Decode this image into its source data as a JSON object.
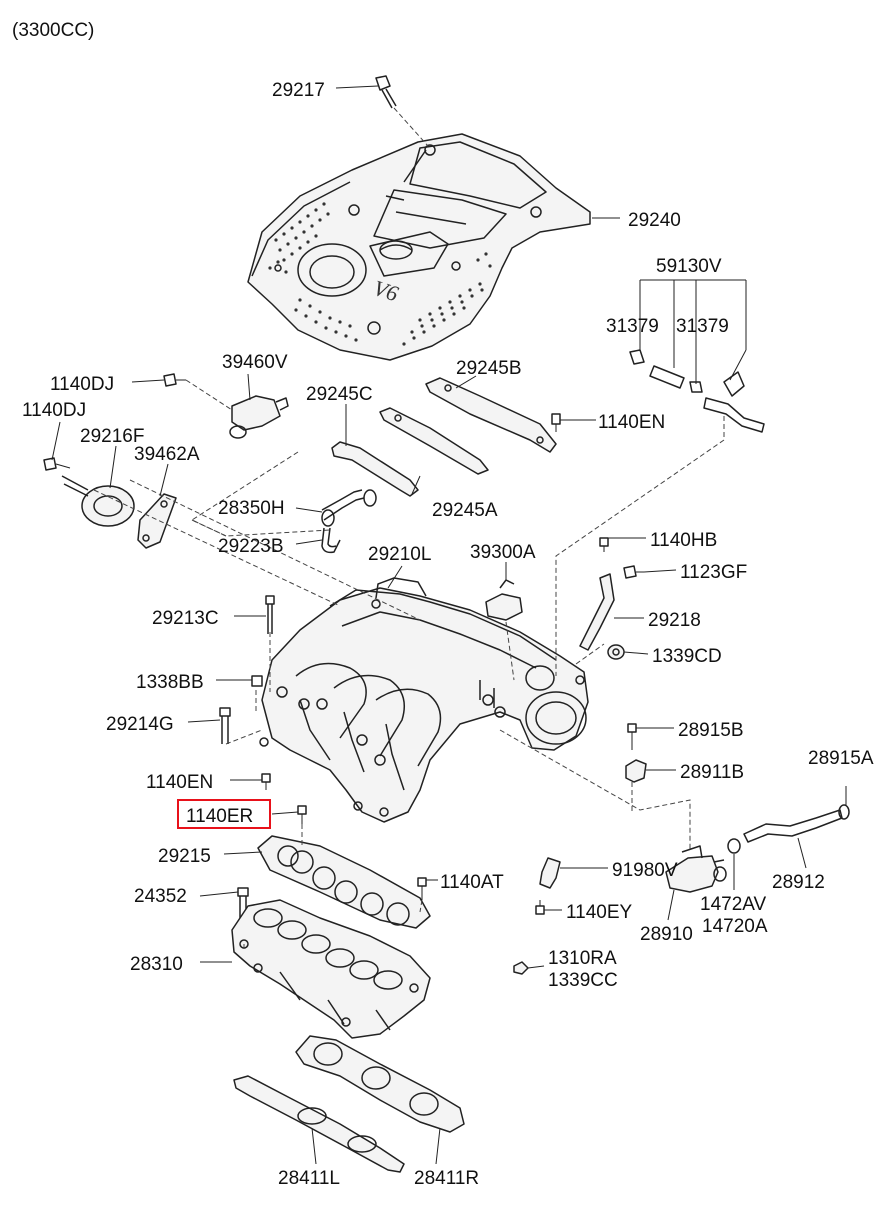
{
  "header": {
    "engine_label": "(3300CC)"
  },
  "highlight": {
    "part": "1140ER",
    "color": "#e8111a"
  },
  "parts": [
    {
      "id": "29217"
    },
    {
      "id": "29240"
    },
    {
      "id": "59130V"
    },
    {
      "id": "31379"
    },
    {
      "id": "31379"
    },
    {
      "id": "39460V"
    },
    {
      "id": "1140DJ"
    },
    {
      "id": "1140DJ"
    },
    {
      "id": "29245B"
    },
    {
      "id": "29245C"
    },
    {
      "id": "1140EN"
    },
    {
      "id": "29216F"
    },
    {
      "id": "39462A"
    },
    {
      "id": "28350H"
    },
    {
      "id": "29245A"
    },
    {
      "id": "29223B"
    },
    {
      "id": "1140HB"
    },
    {
      "id": "29210L"
    },
    {
      "id": "39300A"
    },
    {
      "id": "1123GF"
    },
    {
      "id": "29213C"
    },
    {
      "id": "29218"
    },
    {
      "id": "1339CD"
    },
    {
      "id": "1338BB"
    },
    {
      "id": "29214G"
    },
    {
      "id": "28915B"
    },
    {
      "id": "28915A"
    },
    {
      "id": "28911B"
    },
    {
      "id": "1140EN"
    },
    {
      "id": "1140ER"
    },
    {
      "id": "29215"
    },
    {
      "id": "91980V"
    },
    {
      "id": "28912"
    },
    {
      "id": "1140AT"
    },
    {
      "id": "24352"
    },
    {
      "id": "1472AV"
    },
    {
      "id": "1140EY"
    },
    {
      "id": "28910"
    },
    {
      "id": "14720A"
    },
    {
      "id": "28310"
    },
    {
      "id": "1310RA"
    },
    {
      "id": "1339CC"
    },
    {
      "id": "28411L"
    },
    {
      "id": "28411R"
    }
  ],
  "cover_mark": "V6"
}
